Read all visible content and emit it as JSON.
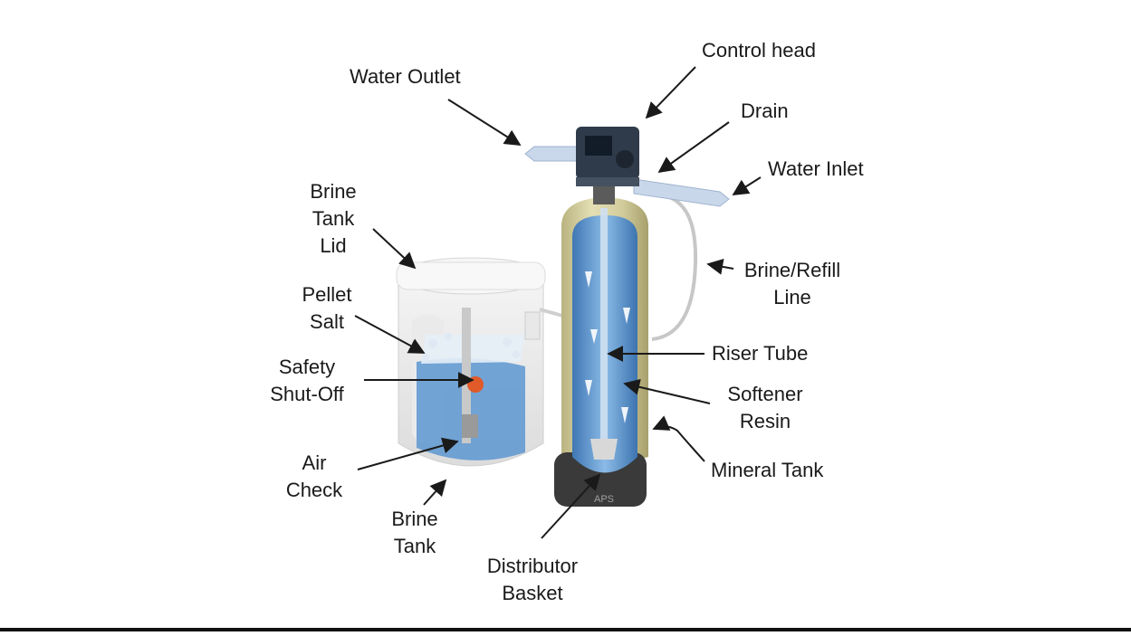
{
  "labels": {
    "control_head": "Control head",
    "water_outlet": "Water Outlet",
    "drain": "Drain",
    "water_inlet": "Water Inlet",
    "brine_tank_lid": [
      "Brine",
      "Tank",
      "Lid"
    ],
    "brine_refill_line": [
      "Brine/Refill",
      "Line"
    ],
    "pellet_salt": [
      "Pellet",
      "Salt"
    ],
    "riser_tube": "Riser Tube",
    "safety_shut_off": [
      "Safety",
      "Shut-Off"
    ],
    "softener_resin": [
      "Softener",
      "Resin"
    ],
    "air_check": [
      "Air",
      "Check"
    ],
    "mineral_tank": "Mineral Tank",
    "brine_tank": [
      "Brine",
      "Tank"
    ],
    "distributor_basket": [
      "Distributor",
      "Basket"
    ]
  },
  "tank_base_marking": "APS",
  "colors": {
    "mineral_tank": "#d9d4a6",
    "water": "#4f8fc9",
    "base": "#3a3a3a",
    "control_head": "#2f3b4a"
  }
}
